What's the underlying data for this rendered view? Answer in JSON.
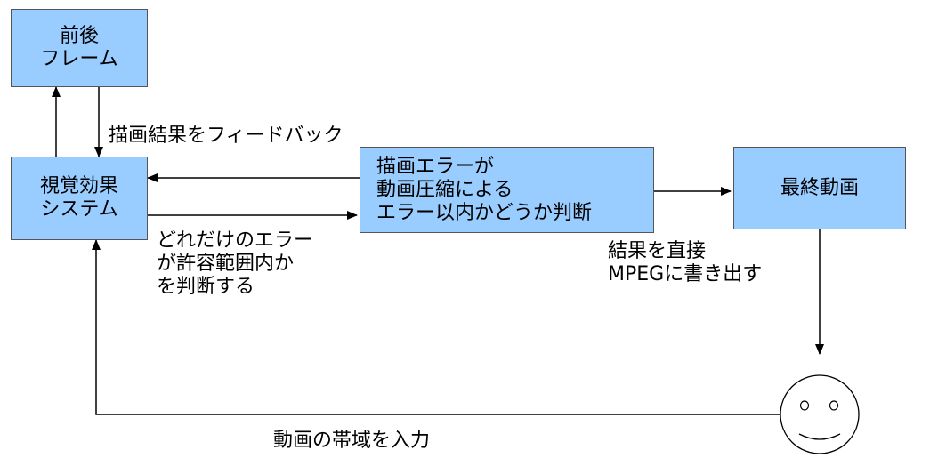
{
  "nodes": {
    "adjacent_frames": {
      "lines": [
        "前後",
        "フレーム"
      ]
    },
    "visual_effects_system": {
      "lines": [
        "視覚効果",
        "システム"
      ]
    },
    "error_check": {
      "lines": [
        "描画エラーが",
        "動画圧縮による",
        "エラー以内かどうか判断"
      ]
    },
    "final_video": {
      "lines": [
        "最終動画"
      ]
    }
  },
  "edge_labels": {
    "feedback": "描画結果をフィードバック",
    "tolerance": [
      "どれだけのエラー",
      "が許容範囲内か",
      "を判断する"
    ],
    "write_mpeg": [
      "結果を直接",
      "MPEGに書き出す"
    ],
    "input_bandwidth": "動画の帯域を入力"
  },
  "colors": {
    "box_fill": "#99ccff",
    "box_border": "#555555",
    "line": "#000000"
  },
  "icons": {
    "viewer": "smiley-face-icon"
  }
}
